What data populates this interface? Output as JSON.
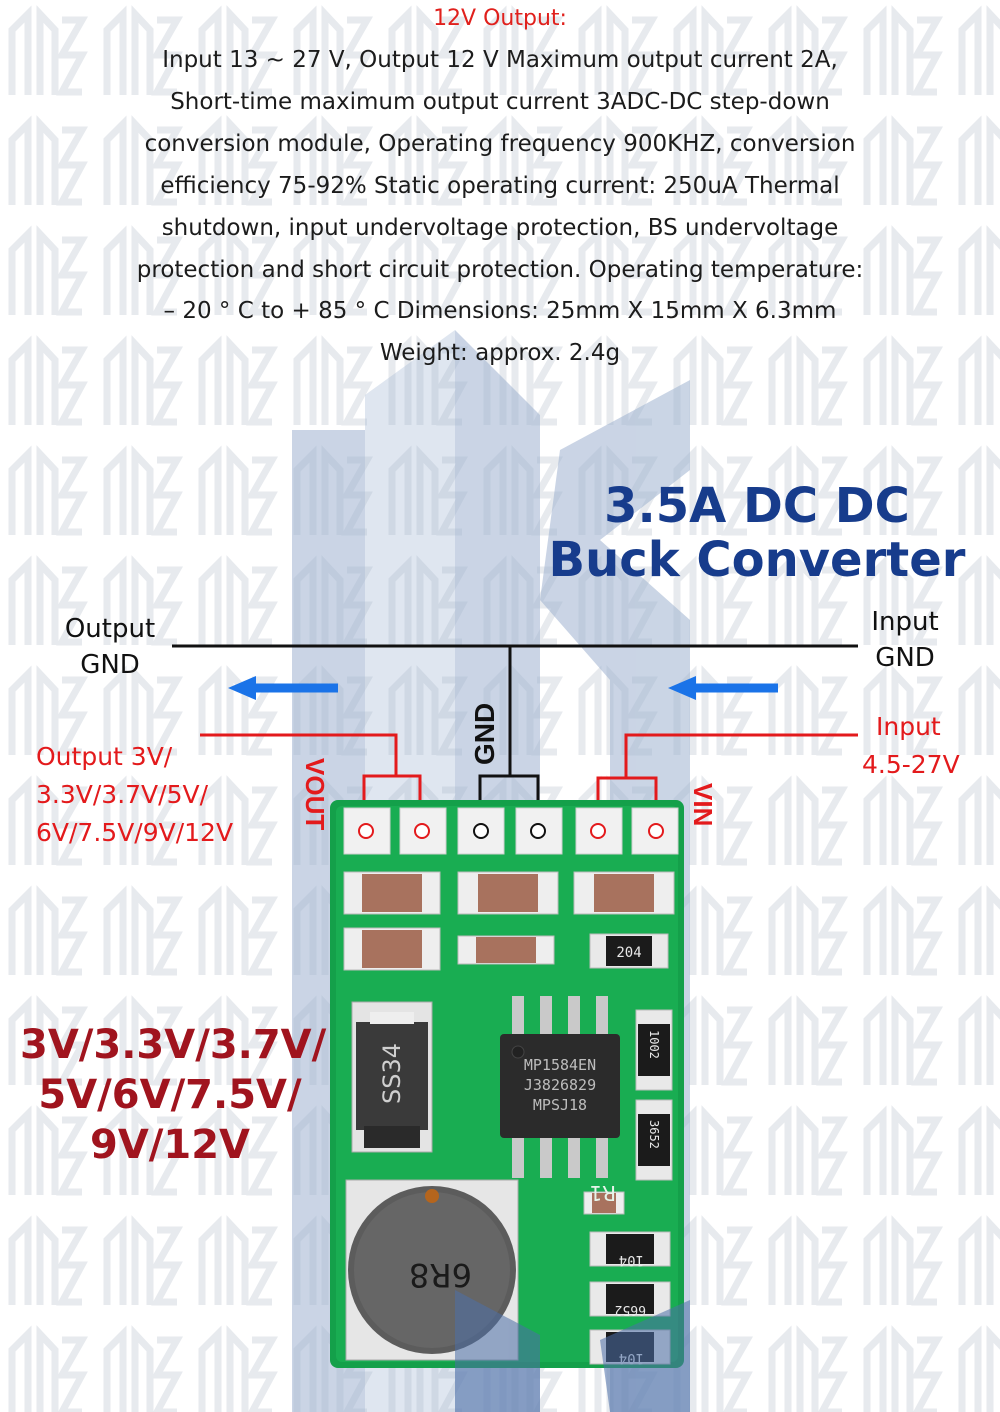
{
  "description": {
    "title": "12V Output:",
    "lines": [
      "Input 13 ~ 27 V, Output 12 V Maximum output current 2A,",
      "Short-time maximum output current 3ADC-DC step-down",
      "conversion module, Operating frequency 900KHZ, conversion",
      "efficiency 75-92% Static operating current: 250uA Thermal",
      "shutdown, input undervoltage protection, BS undervoltage",
      "protection and short circuit protection. Operating temperature:",
      "– 20 ° C to + 85 ° C Dimensions: 25mm X 15mm X 6.3mm",
      "Weight: approx. 2.4g"
    ]
  },
  "product": {
    "title_line1": "3.5A DC DC",
    "title_line2": "Buck Converter"
  },
  "labels": {
    "output_gnd_1": "Output",
    "output_gnd_2": "GND",
    "input_gnd_1": "Input",
    "input_gnd_2": "GND",
    "gnd_vertical": "GND",
    "vout": "VOUT",
    "vin": "VIN",
    "output_voltages_1": "Output 3V/",
    "output_voltages_2": "3.3V/3.7V/5V/",
    "output_voltages_3": "6V/7.5V/9V/12V",
    "input_range_1": "Input",
    "input_range_2": "4.5-27V"
  },
  "voltages": {
    "line1": "3V/3.3V/3.7V/",
    "line2": "5V/6V/7.5V/",
    "line3": "9V/12V"
  },
  "board_markings": {
    "diode": "SS34",
    "ic_line1": "MP1584EN",
    "ic_line2": "J3826829",
    "ic_line3": "MPSJ18",
    "inductor": "6R8",
    "r_204": "204",
    "r_1002": "1002",
    "r_3652": "3652",
    "r_label": "R1",
    "r_104a": "104",
    "r_6652": "6652",
    "r_104b": "104"
  },
  "colors": {
    "accent_red": "#e31a1c",
    "title_blue": "#173c8c",
    "arrow_blue": "#1a73e8",
    "pcb_green": "#14a04a",
    "voltage_red": "#a0141e"
  }
}
